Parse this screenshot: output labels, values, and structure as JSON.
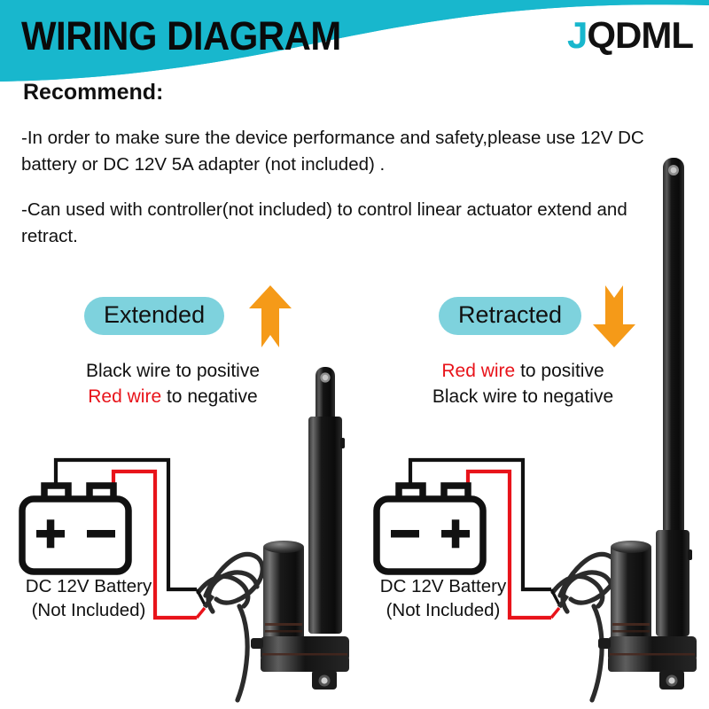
{
  "header": {
    "title": "WIRING DIAGRAM",
    "logo_j": "J",
    "logo_rest": "QDML",
    "accent_color": "#18b7cd"
  },
  "recommend": {
    "heading": "Recommend:",
    "line1": "-In order to make sure the device performance and safety,please use 12V DC battery or DC 12V 5A adapter (not included) .",
    "line2": "-Can used with controller(not included) to control linear actuator extend and retract."
  },
  "panels": {
    "left": {
      "badge": "Extended",
      "badge_color": "#7ed2dd",
      "arrow": "arrow-up",
      "arrow_color": "#f59a18",
      "wiring_black": "Black wire to positive",
      "wiring_red": "Red wire",
      "wiring_red_tail": " to negative",
      "battery_left_terminal": "+",
      "battery_right_terminal": "–",
      "battery_label": "DC 12V Battery",
      "battery_note": "(Not Included)"
    },
    "right": {
      "badge": "Retracted",
      "badge_color": "#7ed2dd",
      "arrow": "arrow-down",
      "arrow_color": "#f59a18",
      "wiring_red": "Red wire",
      "wiring_red_tail": " to positive",
      "wiring_black": "Black wire to negative",
      "battery_left_terminal": "–",
      "battery_right_terminal": "+",
      "battery_label": "DC 12V Battery",
      "battery_note": "(Not Included)"
    }
  },
  "colors": {
    "teal": "#18b7cd",
    "badge_cyan": "#7ed2dd",
    "orange": "#f59a18",
    "red_wire": "#e8131a",
    "black_wire": "#111111"
  }
}
